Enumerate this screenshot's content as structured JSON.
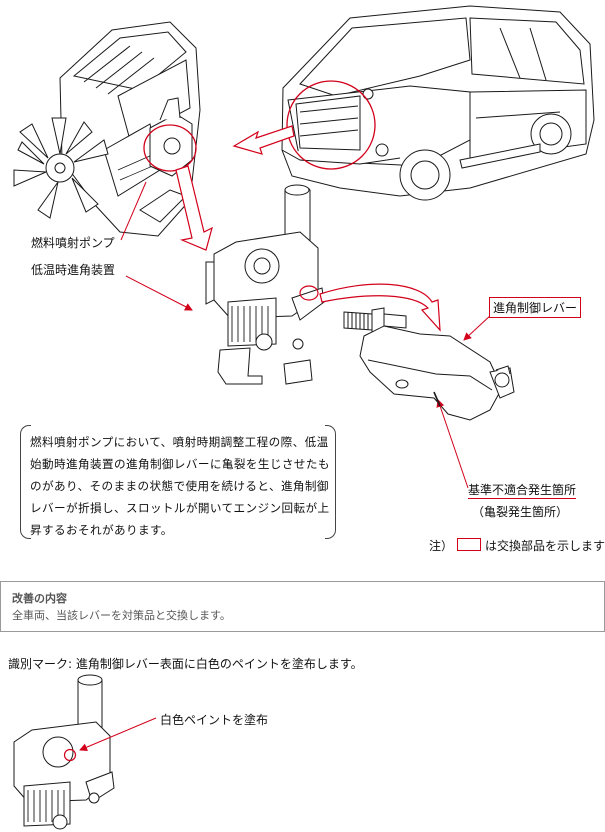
{
  "labels": {
    "pump": "燃料噴射ポンプ",
    "advancer": "低温時進角装置",
    "lever": "進角制御レバー",
    "fault_title": "基準不適合発生箇所",
    "fault_sub": "（亀裂発生箇所）",
    "white_paint": "白色ペイントを塗布"
  },
  "description": "燃料噴射ポンプにおいて、噴射時期調整工程の際、低温始動時進角装置の進角制御レバーに亀裂を生じさせたものがあり、そのままの状態で使用を続けると、進角制御レバーが折損し、スロットルが開いてエンジン回転が上昇するおそれがあります。",
  "note": {
    "prefix": "注）",
    "suffix": "は交換部品を示します"
  },
  "improvement": {
    "heading": "改善の内容",
    "body": "全車両、当該レバーを対策品と交換します。"
  },
  "id_mark": "識別マーク: 進角制御レバー表面に白色のペイントを塗布します。",
  "colors": {
    "accent": "#d2001a",
    "line": "#1a1a1a",
    "frame": "#9a9a9a"
  }
}
